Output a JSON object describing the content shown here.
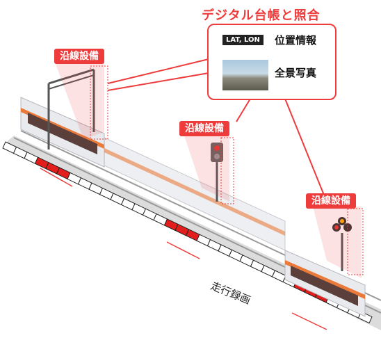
{
  "title": "デジタル台帳と照合",
  "card": {
    "latlon_badge": "LAT, LON",
    "position_info": "位置情報",
    "panorama_photo": "全景写真"
  },
  "labels": {
    "wayside_1": "沿線設備",
    "wayside_2": "沿線設備",
    "wayside_3": "沿線設備"
  },
  "driving_recording": "走行録画",
  "colors": {
    "accent_red": "#ee3b3b",
    "train_orange": "#e97a3a",
    "train_body": "#e9eaee",
    "rail": "#9a9a9a"
  }
}
